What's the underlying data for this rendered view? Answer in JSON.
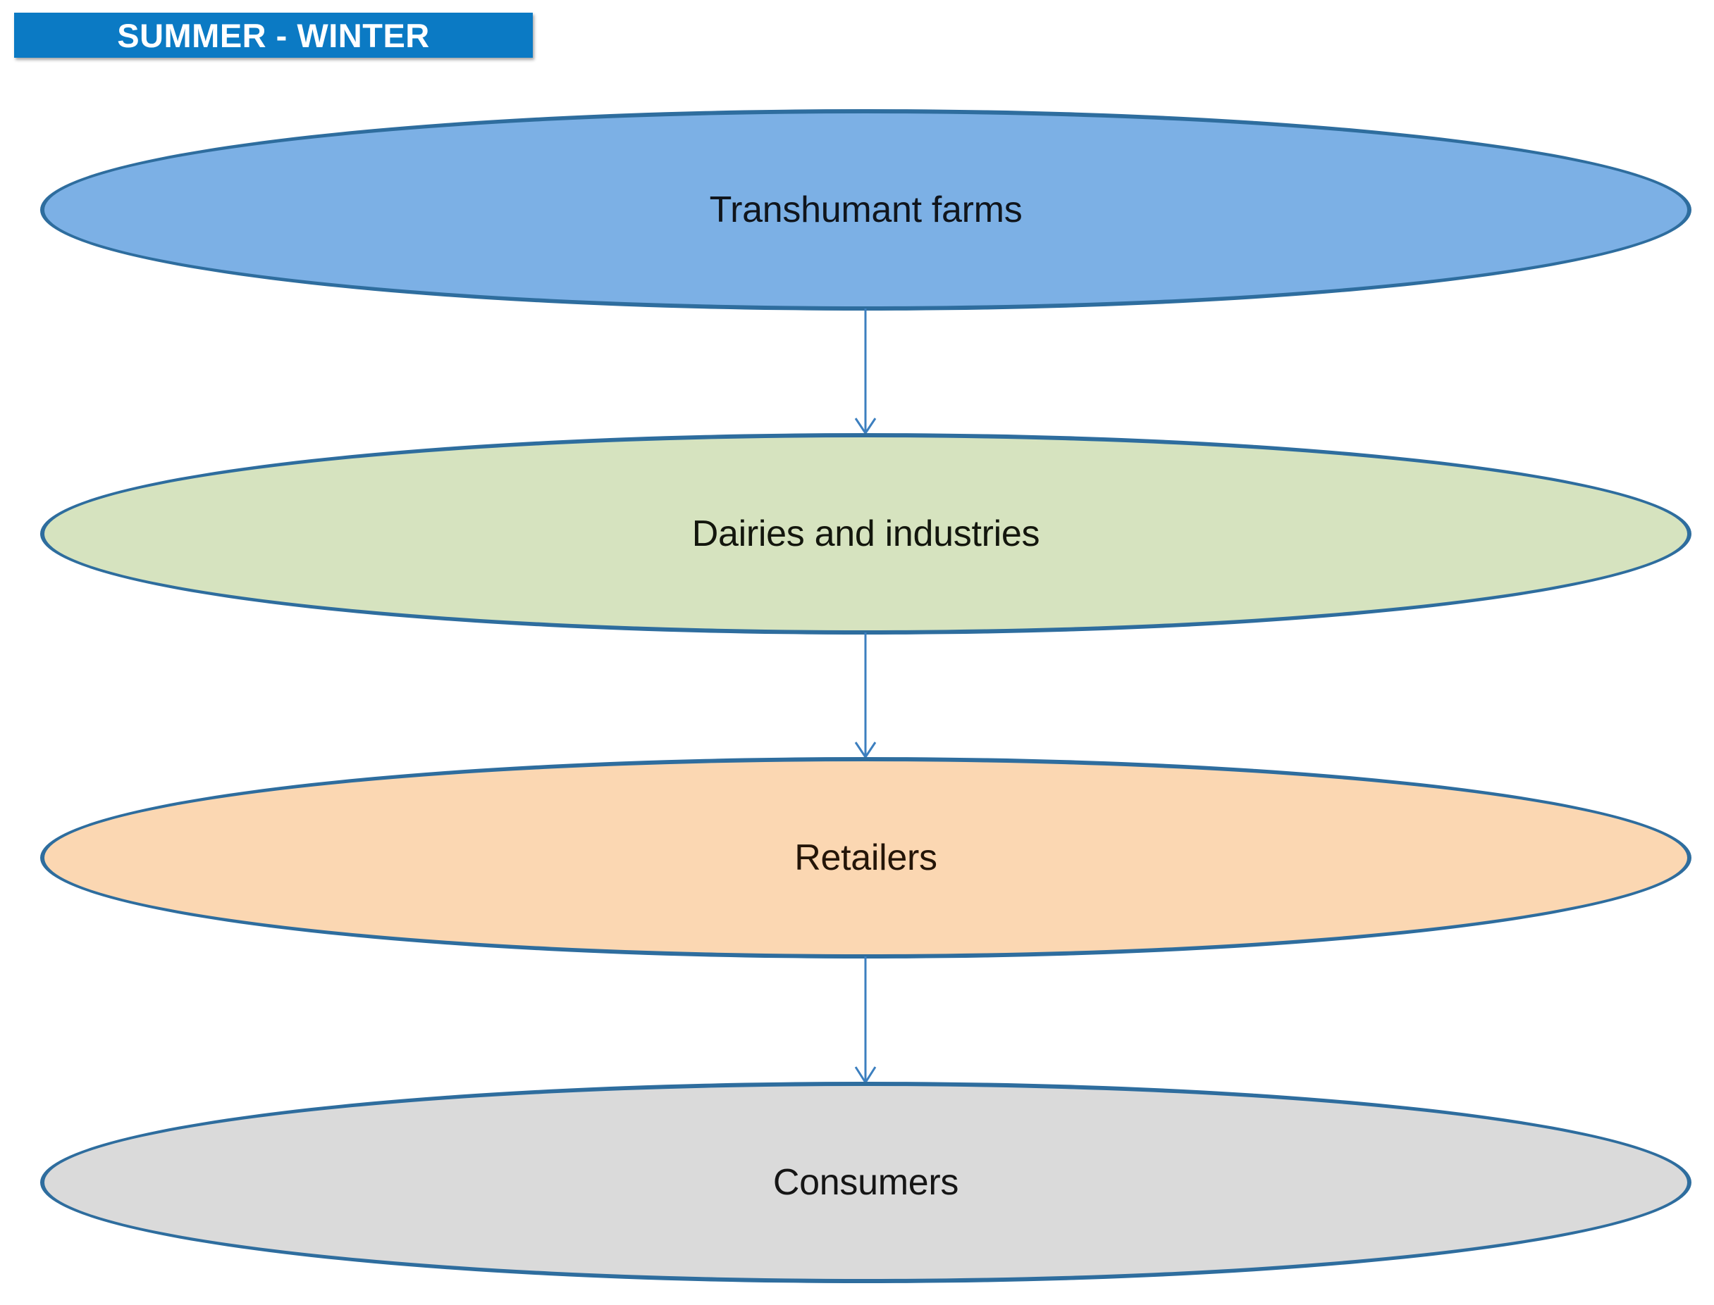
{
  "diagram": {
    "title_badge": {
      "label": "SUMMER - WINTER",
      "background_color": "#0B7AC4",
      "text_color": "#FFFFFF"
    },
    "stages": [
      {
        "label": "Transhumant farms",
        "fill_color": "#7CB0E5",
        "border_color": "#2E6D9E",
        "order": 1
      },
      {
        "label": "Dairies and industries",
        "fill_color": "#D6E3BF",
        "border_color": "#2E6D9E",
        "order": 2
      },
      {
        "label": "Retailers",
        "fill_color": "#FBD7B2",
        "border_color": "#2E6D9E",
        "order": 3
      },
      {
        "label": "Consumers",
        "fill_color": "#DADADA",
        "border_color": "#2E6D9E",
        "order": 4
      }
    ],
    "connectors": [
      {
        "from": "Transhumant farms",
        "to": "Dairies and industries",
        "color": "#3C7FBF"
      },
      {
        "from": "Dairies and industries",
        "to": "Retailers",
        "color": "#3C7FBF"
      },
      {
        "from": "Retailers",
        "to": "Consumers",
        "color": "#3C7FBF"
      }
    ]
  }
}
